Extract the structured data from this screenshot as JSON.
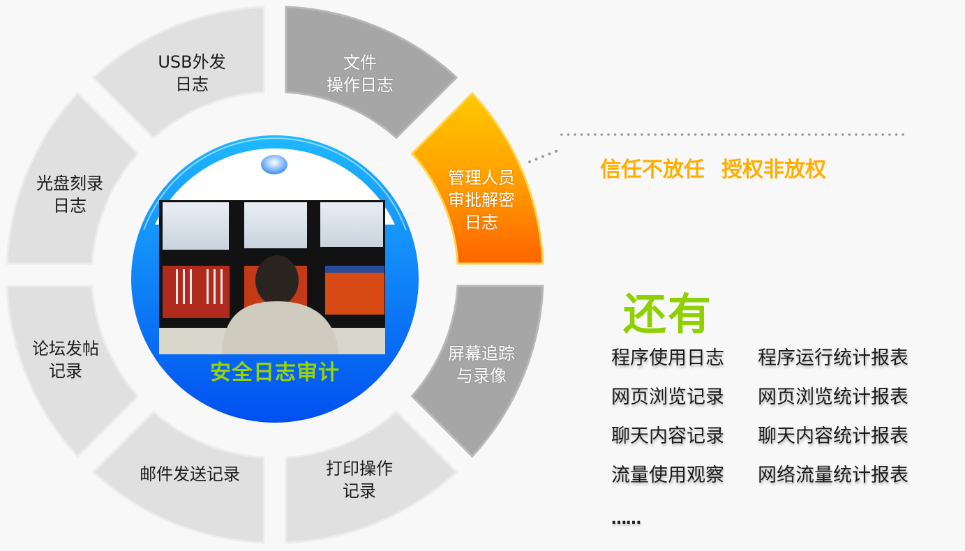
{
  "colors": {
    "background": "#f8f8f8",
    "segment_light": "#e0e0e0",
    "segment_dark": "#a6a6a6",
    "segment_highlight_top": "#ffc400",
    "segment_highlight_bottom": "#ff6a00",
    "center_ring": "#00b4ff",
    "center_fill": "#0a6cf0",
    "center_title": "#9ad400",
    "motto": "#ffae00",
    "also_title": "#8fd000",
    "dotted_line": "#999999"
  },
  "ring": {
    "segments": [
      {
        "id": "file-ops",
        "lines": [
          "文件",
          "操作日志"
        ],
        "style": "dark"
      },
      {
        "id": "admin-approval",
        "lines": [
          "管理人员",
          "审批解密",
          "日志"
        ],
        "style": "highlight"
      },
      {
        "id": "screen-tracking",
        "lines": [
          "屏幕追踪",
          "与录像"
        ],
        "style": "dark"
      },
      {
        "id": "print-ops",
        "lines": [
          "打印操作",
          "记录"
        ],
        "style": "light"
      },
      {
        "id": "email-send",
        "lines": [
          "邮件发送记录"
        ],
        "style": "light"
      },
      {
        "id": "forum-post",
        "lines": [
          "论坛发帖",
          "记录"
        ],
        "style": "light"
      },
      {
        "id": "disc-burn",
        "lines": [
          "光盘刻录",
          "日志"
        ],
        "style": "light"
      },
      {
        "id": "usb-out",
        "lines": [
          "USB外发",
          "日志"
        ],
        "style": "light"
      }
    ]
  },
  "center": {
    "title": "安全日志审计",
    "image_description": "person-at-monitors-photo"
  },
  "motto": {
    "part1": "信任不放任",
    "part2": "授权非放权"
  },
  "also": {
    "title": "还有",
    "items": [
      "程序使用日志",
      "程序运行统计报表",
      "网页浏览记录",
      "网页浏览统计报表",
      "聊天内容记录",
      "聊天内容统计报表",
      "流量使用观察",
      "网络流量统计报表"
    ],
    "more": "……"
  }
}
